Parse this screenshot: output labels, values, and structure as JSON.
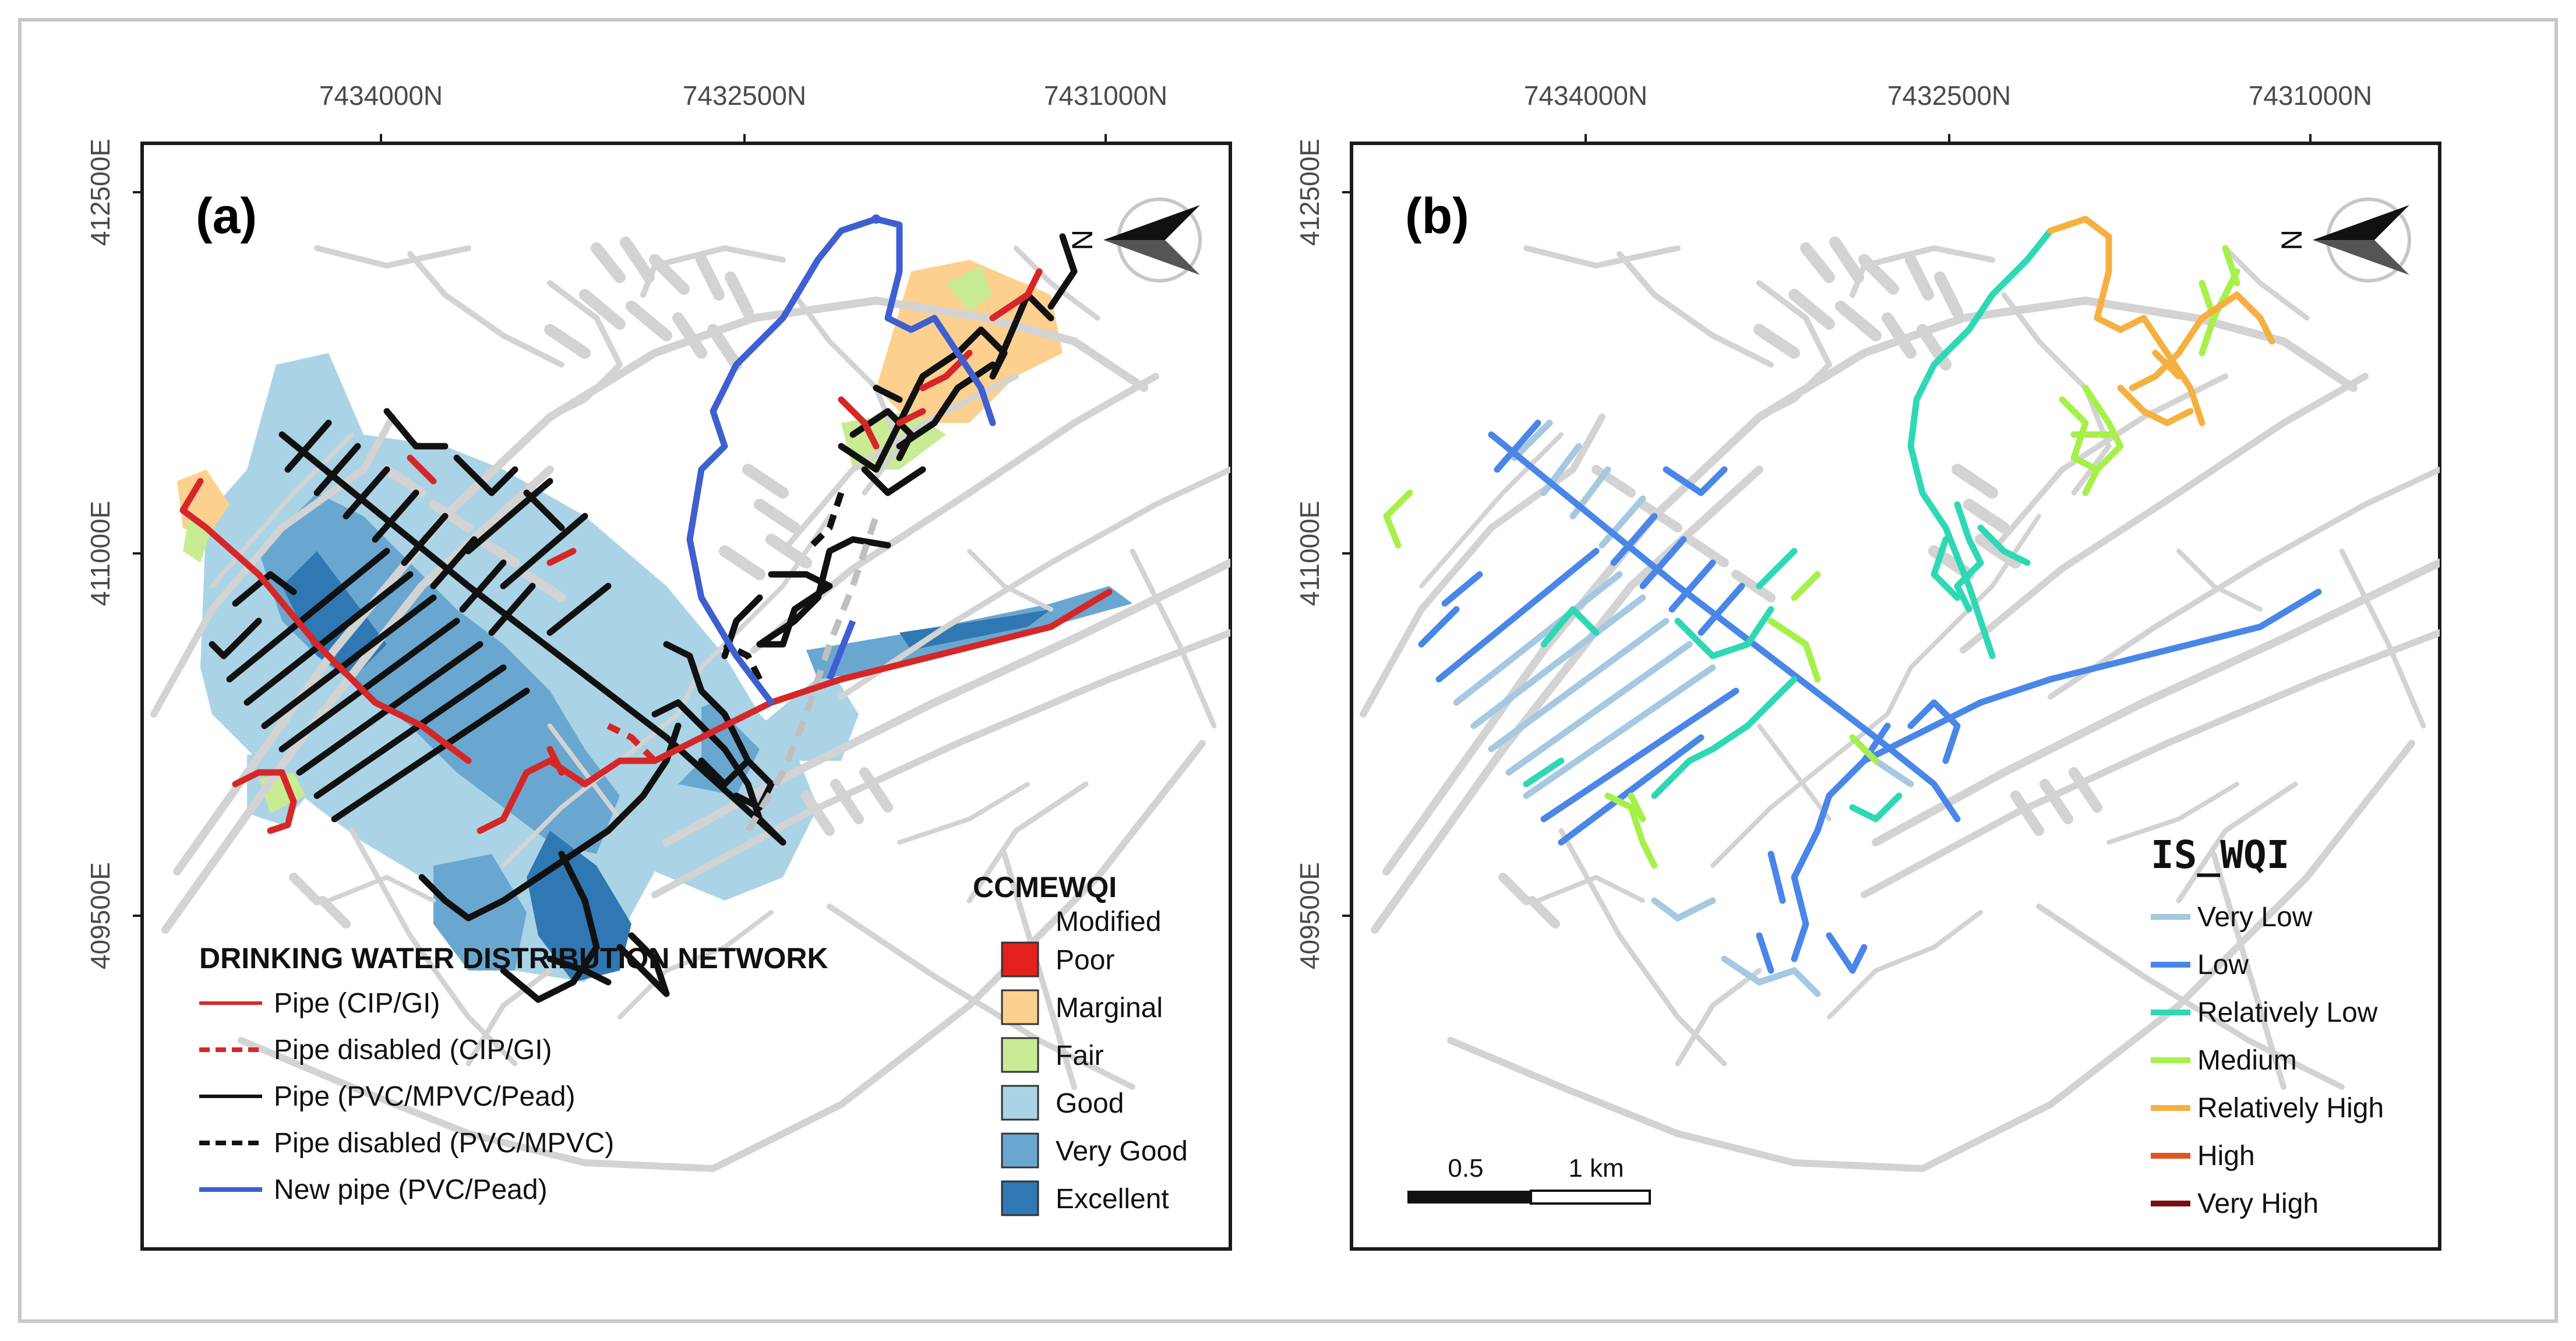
{
  "panels": [
    {
      "label": "(a)",
      "top_ticks": [
        "7434000N",
        "7432500N",
        "7431000N"
      ],
      "left_ticks": [
        "412500E",
        "411000E",
        "409500E"
      ],
      "north": "N",
      "network_legend": {
        "title": "DRINKING WATER DISTRIBUTION NETWORK",
        "items": [
          {
            "label": "Pipe (CIP/GI)",
            "color": "#d62728",
            "style": "solid"
          },
          {
            "label": "Pipe disabled (CIP/GI)",
            "color": "#d62728",
            "style": "dashed"
          },
          {
            "label": "Pipe (PVC/MPVC/Pead)",
            "color": "#111111",
            "style": "solid"
          },
          {
            "label": "Pipe disabled (PVC/MPVC)",
            "color": "#111111",
            "style": "dashed"
          },
          {
            "label": "New pipe (PVC/Pead)",
            "color": "#3f5fd0",
            "style": "solid"
          }
        ]
      },
      "quality_legend": {
        "title": "CCMEWQI",
        "subtitle": "Modified",
        "items": [
          {
            "label": "Poor",
            "color": "#e3201c"
          },
          {
            "label": "Marginal",
            "color": "#fdd08f"
          },
          {
            "label": "Fair",
            "color": "#c8eb94"
          },
          {
            "label": "Good",
            "color": "#aad4e6"
          },
          {
            "label": "Very Good",
            "color": "#6aa7d0"
          },
          {
            "label": "Excellent",
            "color": "#2f78b3"
          }
        ]
      }
    },
    {
      "label": "(b)",
      "top_ticks": [
        "7434000N",
        "7432500N",
        "7431000N"
      ],
      "left_ticks": [
        "412500E",
        "411000E",
        "409500E"
      ],
      "north": "N",
      "wqi_legend": {
        "title": "IS_WQI",
        "items": [
          {
            "label": "Very Low",
            "color": "#a6c8e0"
          },
          {
            "label": "Low",
            "color": "#4a86e8"
          },
          {
            "label": "Relatively Low",
            "color": "#2fd8b5"
          },
          {
            "label": "Medium",
            "color": "#a6f04a"
          },
          {
            "label": "Relatively High",
            "color": "#f5b041"
          },
          {
            "label": "High",
            "color": "#e0541e"
          },
          {
            "label": "Very High",
            "color": "#7b0d0d"
          }
        ]
      },
      "scale_bar": {
        "labels": [
          "0.5",
          "1 km"
        ]
      }
    }
  ],
  "colors": {
    "road": "#d3d3d3",
    "frame": "#1a1a1a",
    "outer_border": "#c8c8c8"
  }
}
